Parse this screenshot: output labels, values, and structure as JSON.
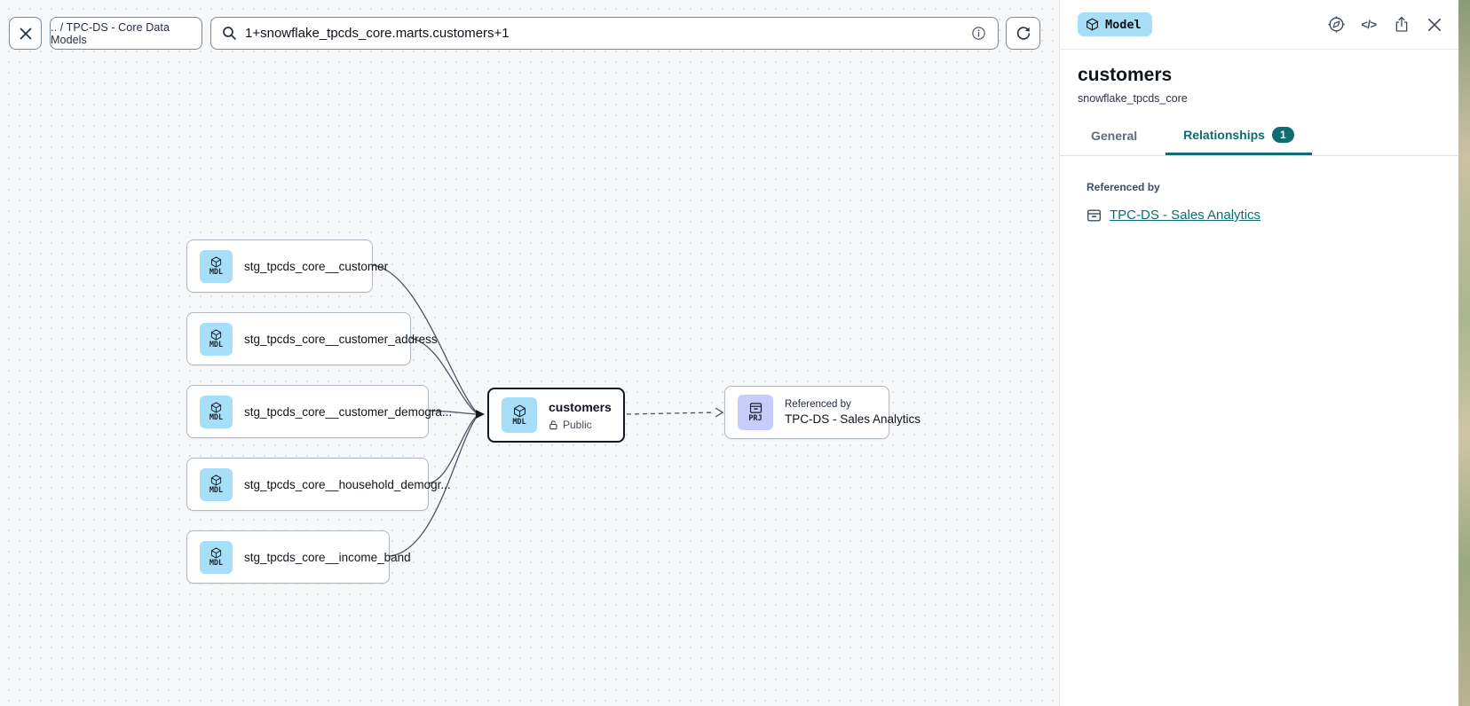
{
  "toolbar": {
    "breadcrumb": ".. / TPC-DS - Core Data Models",
    "search": {
      "value": "1+snowflake_tpcds_core.marts.customers+1"
    }
  },
  "canvas": {
    "upstream_nodes": [
      {
        "badge": "MDL",
        "label": "stg_tpcds_core__customer"
      },
      {
        "badge": "MDL",
        "label": "stg_tpcds_core__customer_address"
      },
      {
        "badge": "MDL",
        "label": "stg_tpcds_core__customer_demogra..."
      },
      {
        "badge": "MDL",
        "label": "stg_tpcds_core__household_demogr..."
      },
      {
        "badge": "MDL",
        "label": "stg_tpcds_core__income_band"
      }
    ],
    "selected_node": {
      "badge": "MDL",
      "title": "customers",
      "access": "Public"
    },
    "downstream_node": {
      "badge": "PRJ",
      "kicker": "Referenced by",
      "title": "TPC-DS - Sales Analytics"
    }
  },
  "panel": {
    "type_badge": "Model",
    "title": "customers",
    "subtitle": "snowflake_tpcds_core",
    "tabs": {
      "general": "General",
      "relationships": "Relationships",
      "relationships_count": "1"
    },
    "referenced_by_label": "Referenced by",
    "referenced_by_link": "TPC-DS - Sales Analytics"
  },
  "icons": {
    "code": "</>",
    "close": "x",
    "search": "magnifier",
    "info": "info-circle",
    "refresh": "circular-arrow",
    "model": "cube",
    "project": "archive-box",
    "access": "open-lock",
    "explore": "compass",
    "share": "box-with-up-arrow"
  },
  "colors": {
    "accent_teal": "#0f6d71",
    "badge_model_bg": "#a8dff8",
    "badge_project_bg": "#c6cdfa",
    "text_primary": "#0f141a",
    "text_secondary": "#414d5c",
    "canvas_bg": "#f7f8f9"
  }
}
